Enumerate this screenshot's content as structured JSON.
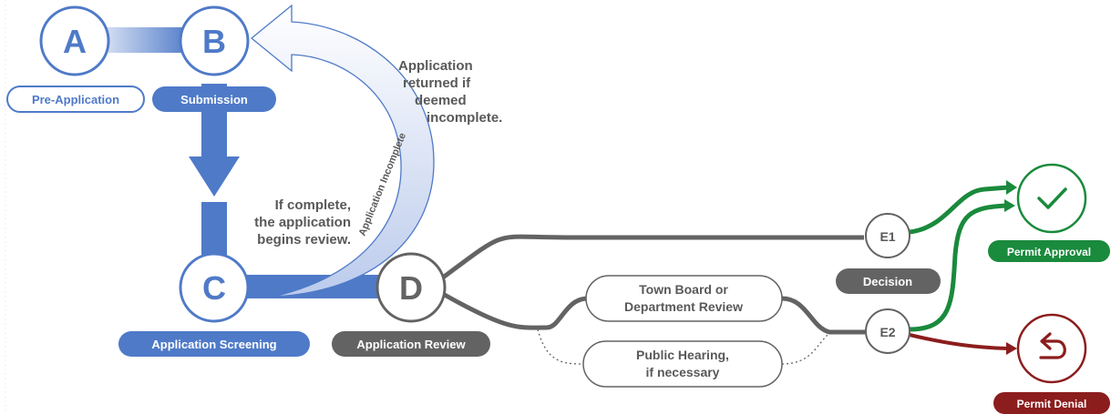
{
  "colors": {
    "blue": "#4f7ac8",
    "blue_light": "#b7c7ea",
    "gray": "#636363",
    "green": "#1a8a3c",
    "red": "#8c1d1d"
  },
  "nodes": {
    "a": {
      "letter": "A",
      "label": "Pre-Application"
    },
    "b": {
      "letter": "B",
      "label": "Submission"
    },
    "c": {
      "letter": "C",
      "label": "Application Screening"
    },
    "d": {
      "letter": "D",
      "label": "Application Review"
    },
    "e1": {
      "letter": "E1",
      "label": "Decision"
    },
    "e2": {
      "letter": "E2"
    }
  },
  "arc_label": "Application Incomplete",
  "notes": {
    "returned": [
      "Application",
      "returned if",
      "deemed",
      "incomplete."
    ],
    "complete": [
      "If complete,",
      "the application",
      "begins review."
    ]
  },
  "review_boxes": {
    "board": [
      "Town Board or",
      "Department Review"
    ],
    "hearing": [
      "Public Hearing,",
      "if necessary"
    ]
  },
  "outcomes": {
    "approval": {
      "label": "Permit Approval",
      "icon": "checkmark-icon"
    },
    "denial": {
      "label": "Permit Denial",
      "icon": "return-arrow-icon"
    }
  }
}
